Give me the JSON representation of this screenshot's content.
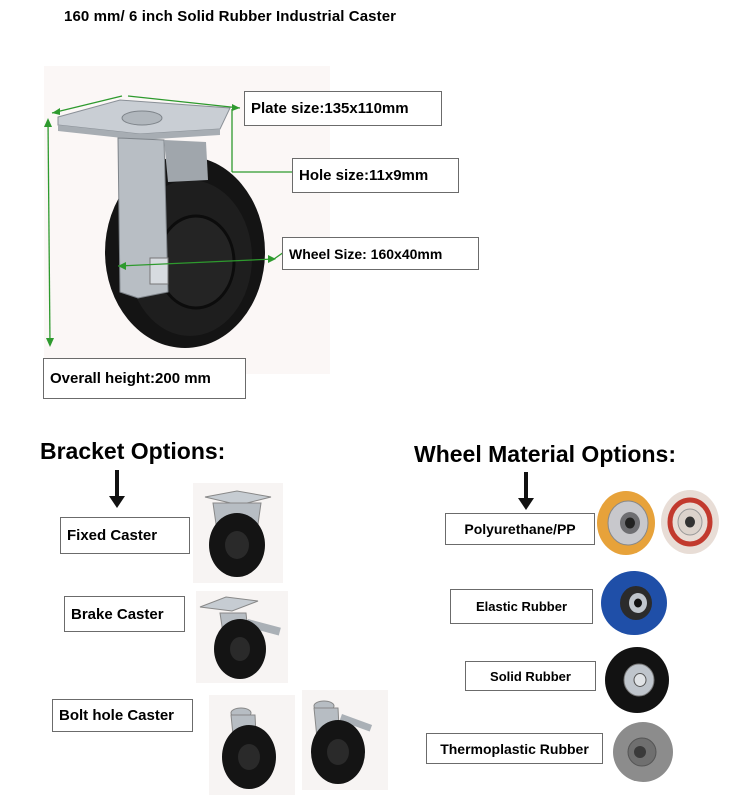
{
  "title": "160 mm/ 6 inch Solid Rubber Industrial Caster",
  "specs": {
    "plate": "Plate size:135x110mm",
    "hole": "Hole size:11x9mm",
    "wheel": "Wheel Size: 160x40mm",
    "height": "Overall height:200 mm"
  },
  "bracket": {
    "heading": "Bracket Options:",
    "options": [
      "Fixed Caster",
      "Brake Caster",
      "Bolt hole Caster"
    ]
  },
  "material": {
    "heading": "Wheel Material Options:",
    "options": [
      "Polyurethane/PP",
      "Elastic Rubber",
      "Solid Rubber",
      "Thermoplastic Rubber"
    ]
  },
  "colors": {
    "arrow": "#2e9a2e",
    "tire": "#121212",
    "steel": "#bfc5cc",
    "pu_yellow": "#e7a23a",
    "pu_red": "#c23a2e",
    "elastic_blue": "#1f4fa8",
    "tpr_gray": "#8c8c8c"
  }
}
